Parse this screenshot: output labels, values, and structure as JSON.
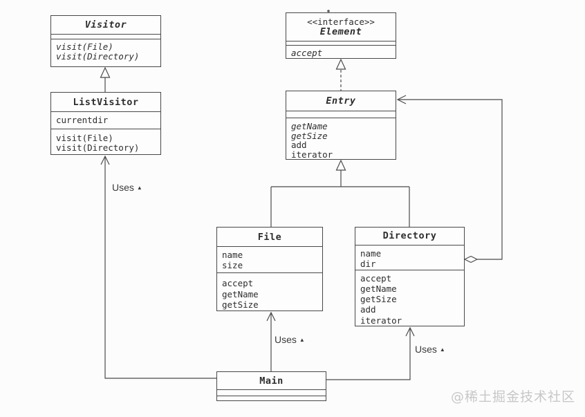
{
  "page": {
    "background": "#fcfcfc",
    "watermark": "@稀土掘金技术社区"
  },
  "colors": {
    "line": "#4a4a4a",
    "text": "#2d2d2d",
    "box_background": "#fdfdfd",
    "watermark": "#c7c7c7"
  },
  "labels": {
    "uses": "Uses",
    "uses_arrow": "▲"
  },
  "classes": {
    "visitor": {
      "title": "Visitor",
      "abstract": true,
      "attributes": [],
      "methods": [
        "visit(File)",
        "visit(Directory)"
      ]
    },
    "element": {
      "stereotype": "<<interface>>",
      "title": "Element",
      "abstract": true,
      "attributes": [],
      "methods": [
        "accept"
      ]
    },
    "list_visitor": {
      "title": "ListVisitor",
      "abstract": false,
      "attributes": [
        "currentdir"
      ],
      "methods": [
        "visit(File)",
        "visit(Directory)"
      ]
    },
    "entry": {
      "title": "Entry",
      "abstract": true,
      "attributes": [],
      "methods": [
        "getName",
        "getSize",
        "add",
        "iterator"
      ]
    },
    "file": {
      "title": "File",
      "abstract": false,
      "attributes": [
        "name",
        "size"
      ],
      "methods": [
        "accept",
        "getName",
        "getSize"
      ]
    },
    "directory": {
      "title": "Directory",
      "abstract": false,
      "attributes": [
        "name",
        "dir"
      ],
      "methods": [
        "accept",
        "getName",
        "getSize",
        "add",
        "iterator"
      ]
    },
    "main": {
      "title": "Main",
      "abstract": false,
      "attributes": [],
      "methods": []
    }
  },
  "relationships": [
    {
      "type": "generalization",
      "from": "ListVisitor",
      "to": "Visitor"
    },
    {
      "type": "realization",
      "from": "Entry",
      "to": "Element"
    },
    {
      "type": "generalization",
      "from": "File",
      "to": "Entry"
    },
    {
      "type": "generalization",
      "from": "Directory",
      "to": "Entry"
    },
    {
      "type": "aggregation",
      "from": "Directory",
      "to": "Entry"
    },
    {
      "type": "uses",
      "from": "Main",
      "to": "ListVisitor",
      "label": "Uses"
    },
    {
      "type": "uses",
      "from": "Main",
      "to": "File",
      "label": "Uses"
    },
    {
      "type": "uses",
      "from": "Main",
      "to": "Directory",
      "label": "Uses"
    }
  ]
}
